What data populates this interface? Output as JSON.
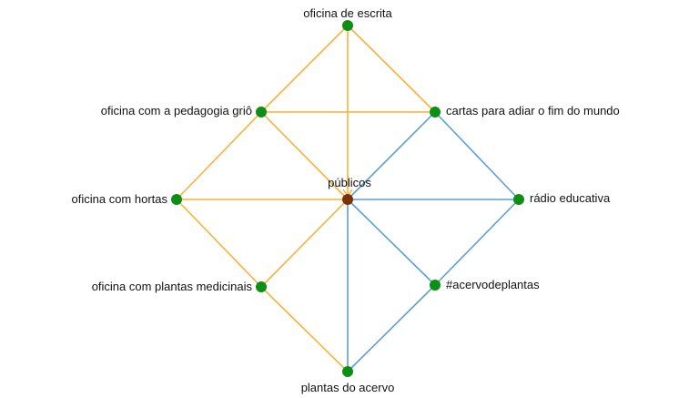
{
  "colors": {
    "edge_orange": "#f7b23b",
    "edge_blue": "#5b9fd6",
    "node_green": "#0c8f14",
    "node_center": "#7a3200"
  },
  "nodes": [
    {
      "id": "oficina-de-escrita",
      "label": "oficina de escrita",
      "role": "outer"
    },
    {
      "id": "cartas",
      "label": "cartas para adiar o fim do mundo",
      "role": "outer"
    },
    {
      "id": "radio",
      "label": "rádio educativa",
      "role": "outer"
    },
    {
      "id": "acervodeplantas",
      "label": "#acervodeplantas",
      "role": "outer"
    },
    {
      "id": "plantas-do-acervo",
      "label": "plantas do acervo",
      "role": "outer"
    },
    {
      "id": "plantas-medicinais",
      "label": "oficina com plantas medicinais",
      "role": "outer"
    },
    {
      "id": "hortas",
      "label": "oficina com hortas",
      "role": "outer"
    },
    {
      "id": "grio",
      "label": "oficina com a pedagogia griô",
      "role": "outer"
    },
    {
      "id": "publicos",
      "label": "públicos",
      "role": "center"
    }
  ],
  "edges": [
    {
      "from": "oficina-de-escrita",
      "to": "grio",
      "color": "orange"
    },
    {
      "from": "oficina-de-escrita",
      "to": "cartas",
      "color": "orange"
    },
    {
      "from": "oficina-de-escrita",
      "to": "publicos",
      "color": "orange"
    },
    {
      "from": "grio",
      "to": "cartas",
      "color": "orange"
    },
    {
      "from": "grio",
      "to": "hortas",
      "color": "orange"
    },
    {
      "from": "grio",
      "to": "publicos",
      "color": "orange"
    },
    {
      "from": "hortas",
      "to": "plantas-medicinais",
      "color": "orange"
    },
    {
      "from": "hortas",
      "to": "publicos",
      "color": "orange"
    },
    {
      "from": "plantas-medicinais",
      "to": "plantas-do-acervo",
      "color": "orange"
    },
    {
      "from": "plantas-medicinais",
      "to": "publicos",
      "color": "orange"
    },
    {
      "from": "cartas",
      "to": "radio",
      "color": "blue"
    },
    {
      "from": "cartas",
      "to": "publicos",
      "color": "blue"
    },
    {
      "from": "radio",
      "to": "acervodeplantas",
      "color": "blue"
    },
    {
      "from": "radio",
      "to": "publicos",
      "color": "blue"
    },
    {
      "from": "acervodeplantas",
      "to": "plantas-do-acervo",
      "color": "blue"
    },
    {
      "from": "acervodeplantas",
      "to": "publicos",
      "color": "blue"
    },
    {
      "from": "plantas-do-acervo",
      "to": "publicos",
      "color": "blue"
    }
  ]
}
